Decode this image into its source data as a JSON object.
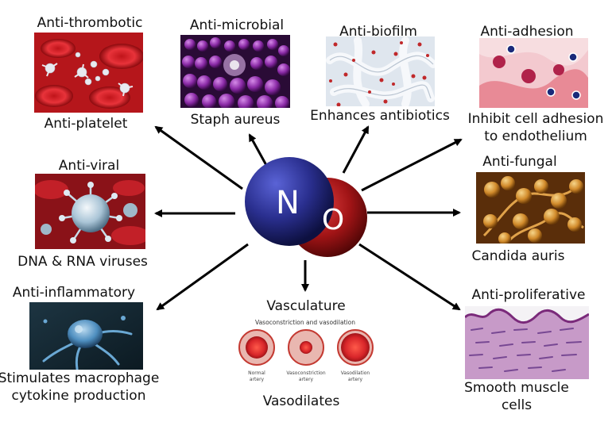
{
  "center": {
    "atom1": "N",
    "atom2": "O"
  },
  "nodes": {
    "thrombotic": {
      "title": "Anti-thrombotic",
      "caption": "Anti-platelet"
    },
    "microbial": {
      "title": "Anti-microbial",
      "caption": "Staph aureus"
    },
    "biofilm": {
      "title": "Anti-biofilm",
      "caption": "Enhances antibiotics"
    },
    "adhesion": {
      "title": "Anti-adhesion",
      "caption_line1": "Inhibit cell adhesion",
      "caption_line2": "to endothelium"
    },
    "viral": {
      "title": "Anti-viral",
      "caption": "DNA & RNA viruses"
    },
    "fungal": {
      "title": "Anti-fungal",
      "caption": "Candida auris"
    },
    "inflammatory": {
      "title": "Anti-inflammatory",
      "caption_line1": "Stimulates macrophage",
      "caption_line2": "cytokine production"
    },
    "vasculature": {
      "title": "Vasculature",
      "caption": "Vasodilates",
      "figure_title": "Vasoconstriction and vasodilation",
      "vessels": [
        {
          "line1": "Normal",
          "line2": "artery"
        },
        {
          "line1": "Vasoconstriction",
          "line2": "artery"
        },
        {
          "line1": "Vasodilation",
          "line2": "artery"
        }
      ]
    },
    "proliferative": {
      "title": "Anti-proliferative",
      "caption_line1": "Smooth muscle",
      "caption_line2": "cells"
    }
  },
  "colors": {
    "nitrogen": "#2a2f8f",
    "oxygen": "#a11416",
    "arrow": "#000000"
  }
}
